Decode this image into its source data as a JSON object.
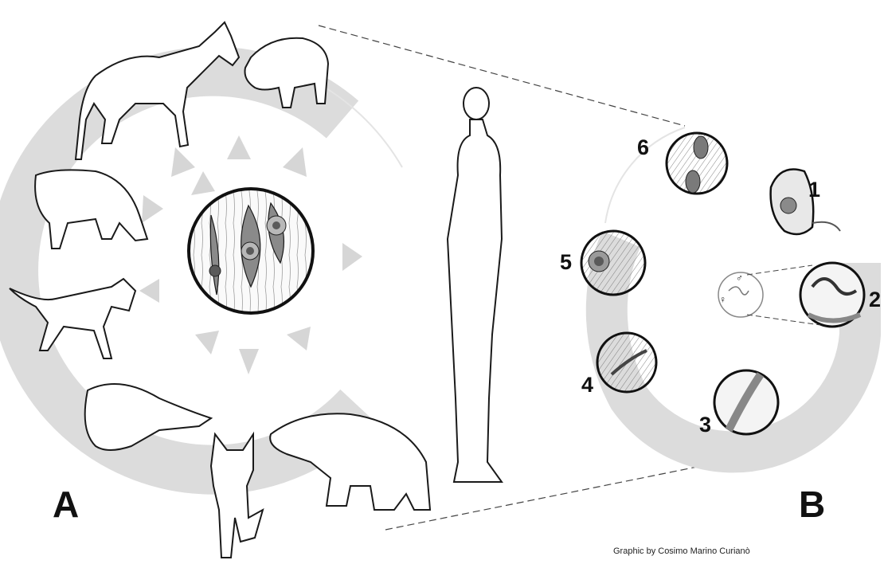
{
  "panels": {
    "a": {
      "label": "A"
    },
    "b": {
      "label": "B"
    }
  },
  "stages": [
    "1",
    "2",
    "3",
    "4",
    "5",
    "6"
  ],
  "sex_symbols": [
    "♂",
    "♀"
  ],
  "credit": "Graphic by Cosimo Marino Curianò",
  "colors": {
    "ring": "#d9d9d9",
    "outline": "#1a1a1a",
    "cyst": "#8a8a8a",
    "cyst_dark": "#5a5a5a",
    "larva": "#b8b8b8"
  }
}
